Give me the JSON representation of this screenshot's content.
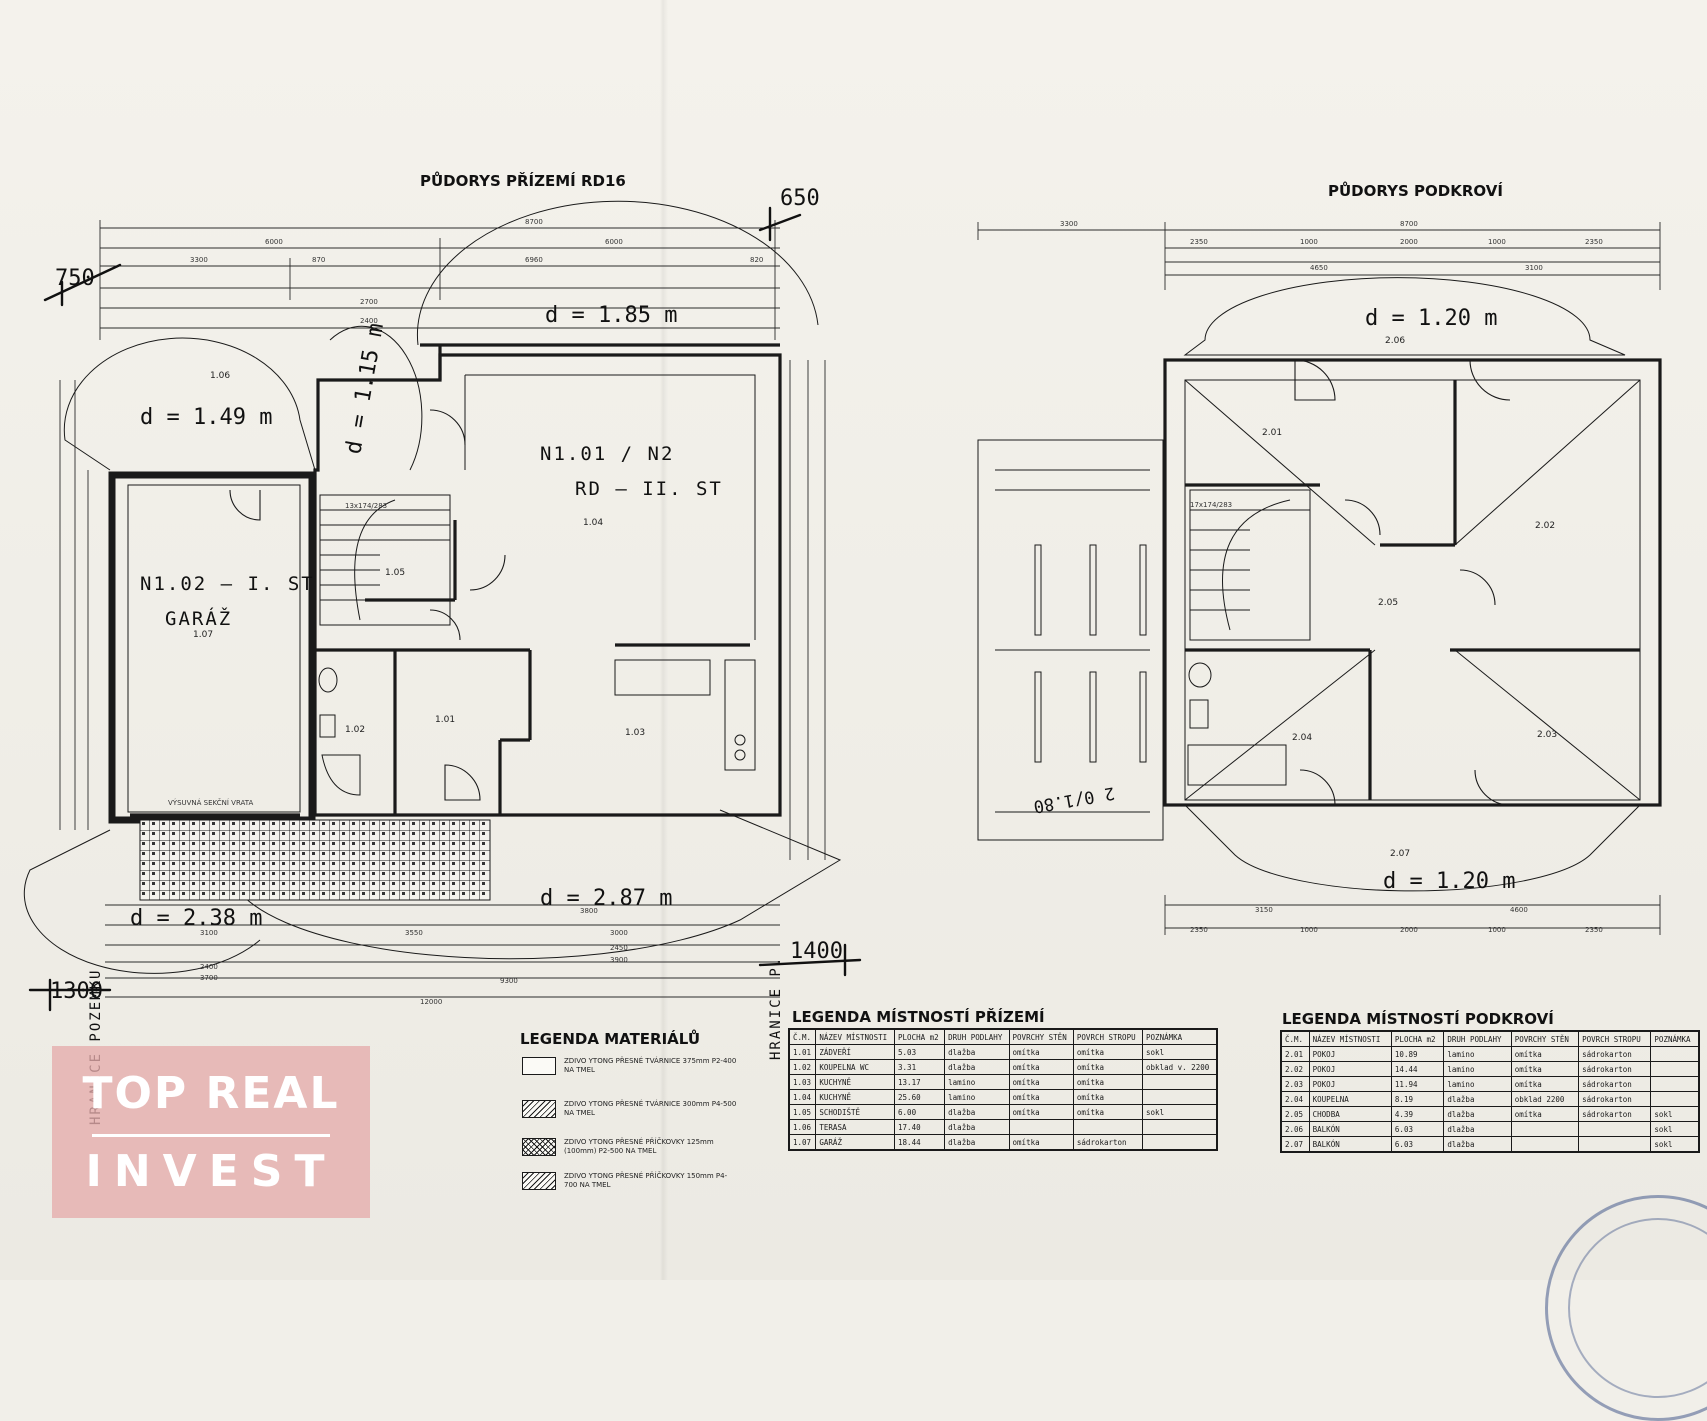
{
  "ground_floor": {
    "title": "PŮDORYS PŘÍZEMÍ  RD16",
    "unit_a": "N1.01 / N2",
    "unit_a_sub": "RD – II. ST",
    "unit_b": "N1.02 – I. ST",
    "unit_b_sub": "GARÁŽ",
    "hand_notes": [
      "d = 1.85 m",
      "d = 1.49 m",
      "d = 1.15 m",
      "d = 2.38 m",
      "d = 2.87 m"
    ],
    "edge_dims": [
      "650",
      "750",
      "1300",
      "1400"
    ],
    "side_notes": [
      "HRANICE POZEMKU",
      "HRANICE P."
    ],
    "garage_door_note": "VÝSUVNÁ SEKČNÍ VRATA",
    "stair_note": "13x174/283",
    "room_labels": [
      "1.01",
      "1.02",
      "1.03",
      "1.04",
      "1.05",
      "1.06",
      "1.07"
    ],
    "top_dims": [
      "8700",
      "6000",
      "6000",
      "3300",
      "870",
      "6960",
      "820",
      "2700",
      "2400"
    ],
    "bottom_dims": [
      "3800",
      "3100",
      "3550",
      "3000",
      "2450",
      "3900",
      "12000",
      "3700",
      "2400",
      "9300"
    ]
  },
  "attic": {
    "title": "PŮDORYS PODKROVÍ",
    "hand_notes": [
      "d = 1.20 m",
      "d = 1.20 m",
      "2 0/1.80"
    ],
    "stair_note": "17x174/283",
    "room_labels": [
      "2.01",
      "2.02",
      "2.03",
      "2.04",
      "2.05",
      "2.06",
      "2.07"
    ],
    "top_dims": [
      "3300",
      "8700",
      "2350",
      "1000",
      "2000",
      "1000",
      "2350",
      "4650",
      "3100"
    ],
    "bottom_dims": [
      "3150",
      "4600",
      "2350",
      "1000",
      "2000",
      "1000",
      "2350"
    ]
  },
  "legend_materials": {
    "title": "LEGENDA MATERIÁLŮ",
    "items": [
      {
        "pattern": "none",
        "text": "ZDIVO YTONG PŘESNÉ TVÁRNICE 375mm P2-400 NA TMEL"
      },
      {
        "pattern": "hatch",
        "text": "ZDIVO YTONG PŘESNÉ TVÁRNICE 300mm P4-500 NA TMEL"
      },
      {
        "pattern": "grid",
        "text": "ZDIVO YTONG PŘESNÉ PŘÍČKOVKY 125mm (100mm) P2-500 NA TMEL"
      },
      {
        "pattern": "hatch",
        "text": "ZDIVO YTONG PŘESNÉ PŘÍČKOVKY 150mm P4-700 NA TMEL"
      }
    ]
  },
  "legend_ground": {
    "title": "LEGENDA MÍSTNOSTÍ PŘÍZEMÍ",
    "headers": [
      "Č.M.",
      "NÁZEV MÍSTNOSTI",
      "PLOCHA m2",
      "DRUH PODLAHY",
      "POVRCHY STĚN",
      "POVRCH STROPU",
      "POZNÁMKA"
    ],
    "rows": [
      [
        "1.01",
        "ZÁDVEŘÍ",
        "5.03",
        "dlažba",
        "omítka",
        "omítka",
        "sokl"
      ],
      [
        "1.02",
        "KOUPELNA WC",
        "3.31",
        "dlažba",
        "omítka",
        "omítka",
        "obklad v. 2200"
      ],
      [
        "1.03",
        "KUCHYNĚ",
        "13.17",
        "lamino",
        "omítka",
        "omítka",
        ""
      ],
      [
        "1.04",
        "KUCHYNĚ",
        "25.60",
        "lamino",
        "omítka",
        "omítka",
        ""
      ],
      [
        "1.05",
        "SCHODIŠTĚ",
        "6.00",
        "dlažba",
        "omítka",
        "omítka",
        "sokl"
      ],
      [
        "1.06",
        "TERASA",
        "17.40",
        "dlažba",
        "",
        "",
        ""
      ],
      [
        "1.07",
        "GARÁŽ",
        "18.44",
        "dlažba",
        "omítka",
        "sádrokarton",
        ""
      ]
    ]
  },
  "legend_attic": {
    "title": "LEGENDA MÍSTNOSTÍ PODKROVÍ",
    "headers": [
      "Č.M.",
      "NÁZEV MÍSTNOSTI",
      "PLOCHA m2",
      "DRUH PODLAHY",
      "POVRCHY STĚN",
      "POVRCH STROPU",
      "POZNÁMKA"
    ],
    "rows": [
      [
        "2.01",
        "POKOJ",
        "10.89",
        "lamino",
        "omítka",
        "sádrokarton",
        ""
      ],
      [
        "2.02",
        "POKOJ",
        "14.44",
        "lamino",
        "omítka",
        "sádrokarton",
        ""
      ],
      [
        "2.03",
        "POKOJ",
        "11.94",
        "lamino",
        "omítka",
        "sádrokarton",
        ""
      ],
      [
        "2.04",
        "KOUPELNA",
        "8.19",
        "dlažba",
        "obklad 2200",
        "sádrokarton",
        ""
      ],
      [
        "2.05",
        "CHODBA",
        "4.39",
        "dlažba",
        "omítka",
        "sádrokarton",
        "sokl"
      ],
      [
        "2.06",
        "BALKÓN",
        "6.03",
        "dlažba",
        "",
        "",
        "sokl"
      ],
      [
        "2.07",
        "BALKÓN",
        "6.03",
        "dlažba",
        "",
        "",
        "sokl"
      ]
    ]
  },
  "watermark": {
    "line1": "TOP REAL",
    "line2": "INVEST"
  },
  "colors": {
    "paper": "#f1efe9",
    "ink": "#1a1a1a",
    "watermark": "#e5acac",
    "stamp": "#465a8c"
  }
}
